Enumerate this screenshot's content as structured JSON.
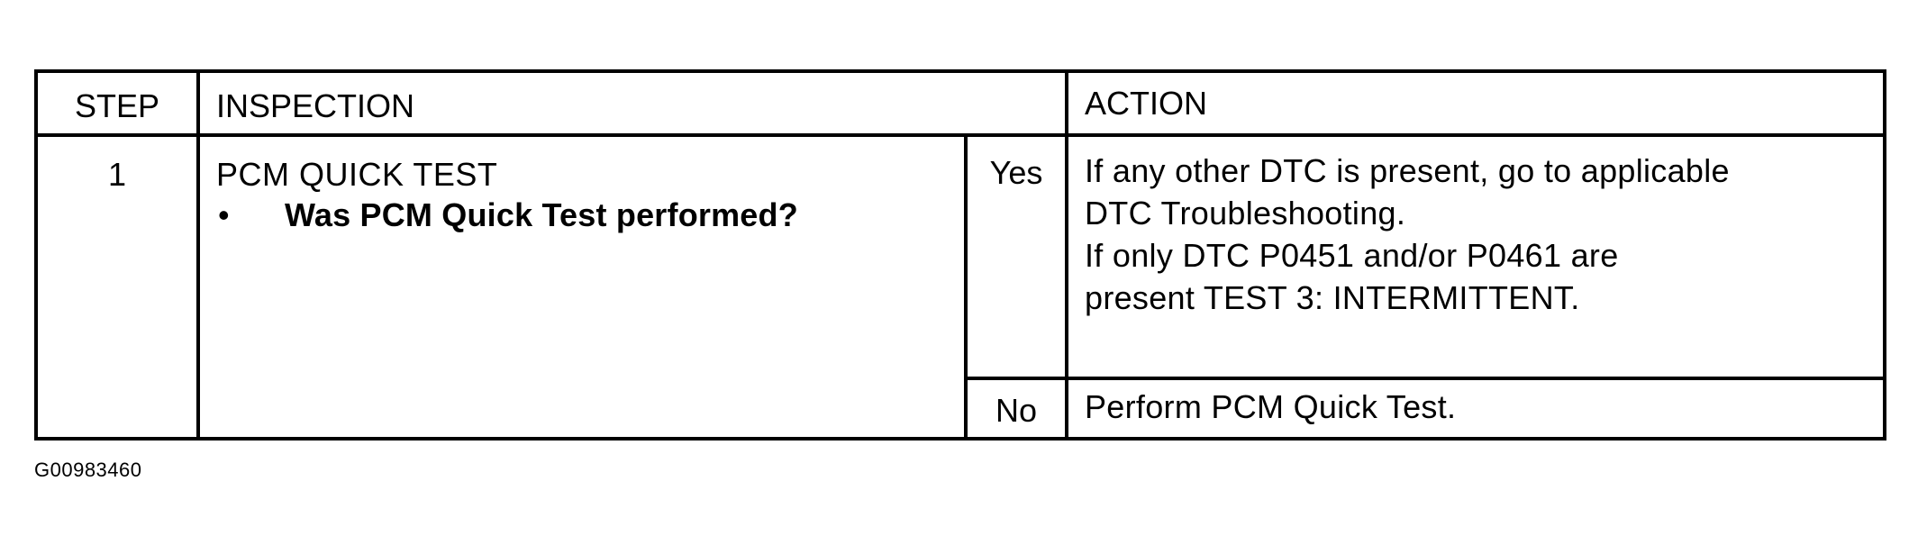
{
  "table": {
    "headers": {
      "step": "STEP",
      "inspection": "INSPECTION",
      "action": "ACTION"
    },
    "rows": [
      {
        "step": "1",
        "inspection_title": "PCM QUICK TEST",
        "bullet": "•",
        "question": "Was PCM Quick Test performed?",
        "yes_label": "Yes",
        "yes_action_lines": [
          "If any other DTC is present, go to applicable",
          "DTC Troubleshooting.",
          "If only DTC P0451 and/or P0461 are",
          "present TEST 3: INTERMITTENT."
        ],
        "no_label": "No",
        "no_action": "Perform PCM Quick Test."
      }
    ]
  },
  "figure_id": "G00983460"
}
